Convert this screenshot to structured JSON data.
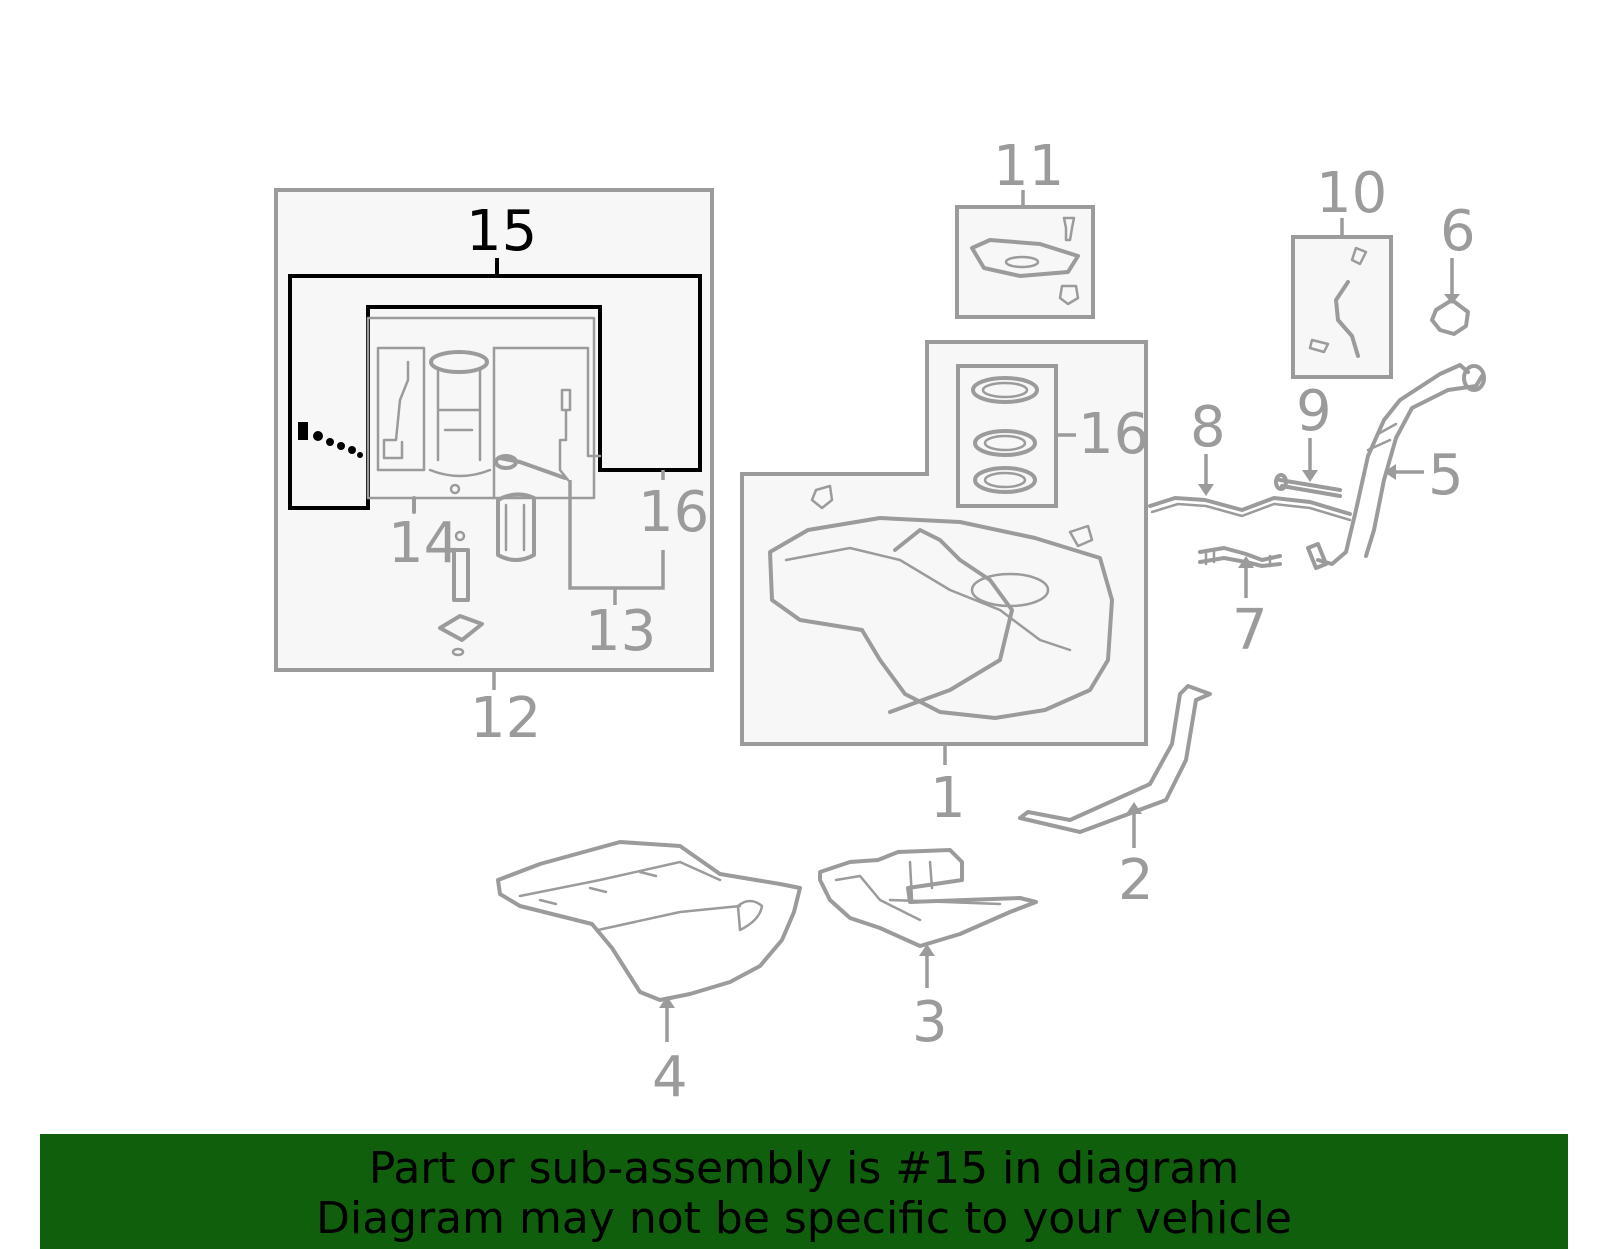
{
  "diagram": {
    "highlight_color": "#000000",
    "part_color": "#9b9b9b",
    "callouts": {
      "c1": "1",
      "c2": "2",
      "c3": "3",
      "c4": "4",
      "c5": "5",
      "c6": "6",
      "c7": "7",
      "c8": "8",
      "c9": "9",
      "c10": "10",
      "c11": "11",
      "c12": "12",
      "c13": "13",
      "c14": "14",
      "c15": "15",
      "c16a": "16",
      "c16b": "16"
    }
  },
  "banner": {
    "line1": "Part or sub-assembly is #15 in diagram",
    "line2": "Diagram may not be specific to your vehicle",
    "background": "#0f5f0c"
  }
}
